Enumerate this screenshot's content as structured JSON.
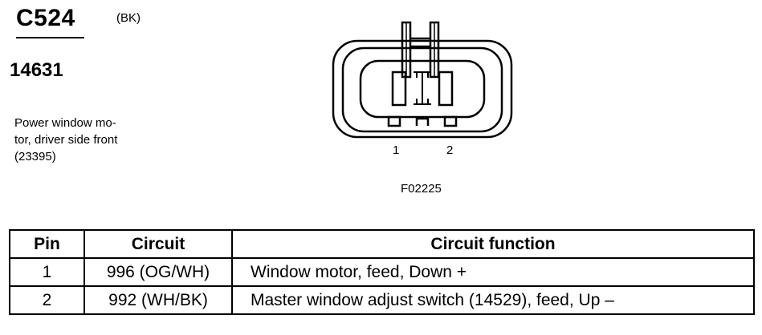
{
  "connector": {
    "id": "C524",
    "color_code": "(BK)",
    "part_number": "14631",
    "description_lines": [
      "Power window mo-",
      "tor, driver side front",
      "(23395)"
    ],
    "figure_id": "F02225",
    "pin_labels": [
      "1",
      "2"
    ]
  },
  "table": {
    "headers": [
      "Pin",
      "Circuit",
      "Circuit function"
    ],
    "rows": [
      {
        "pin": "1",
        "circuit": "996 (OG/WH)",
        "function": "Window motor, feed, Down +"
      },
      {
        "pin": "2",
        "circuit": "992 (WH/BK)",
        "function": "Master window adjust switch (14529), feed, Up –"
      }
    ]
  }
}
